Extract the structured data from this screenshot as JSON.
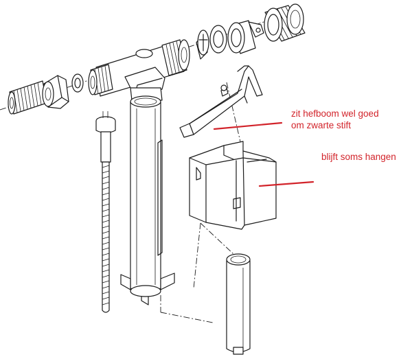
{
  "annotations": {
    "lever_note_line1": "zit hefboom wel goed",
    "lever_note_line2": "om zwarte stift",
    "float_note": "blijft soms hangen"
  },
  "colors": {
    "annotation_red": "#d2232a",
    "drawing_ink": "#1a1a1a",
    "background": "#ffffff"
  }
}
